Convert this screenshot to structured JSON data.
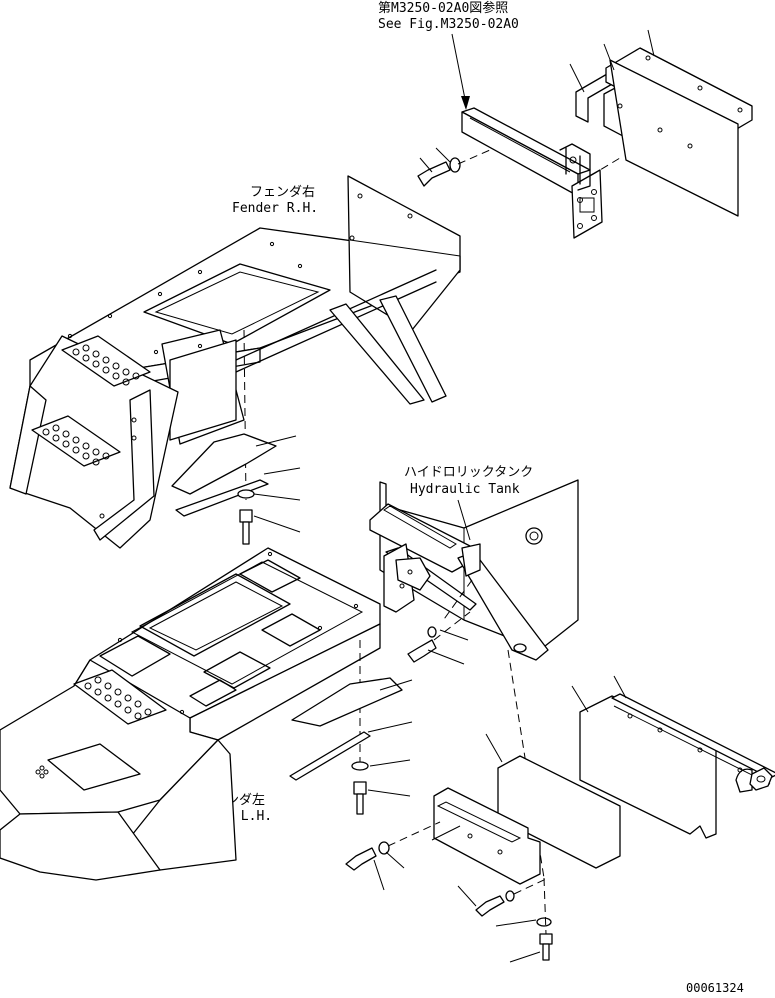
{
  "labels": {
    "ref_jp": "第M3250-02A0図参照",
    "ref_en": "See Fig.M3250-02A0",
    "fender_rh_jp": "フェンダ右",
    "fender_rh_en": "Fender R.H.",
    "fender_lh_jp": "フェンダ左",
    "fender_lh_en": "Fender L.H.",
    "tank_jp": "ハイドロリックタンク",
    "tank_en": "Hydraulic Tank",
    "drawing_number": "00061324"
  }
}
